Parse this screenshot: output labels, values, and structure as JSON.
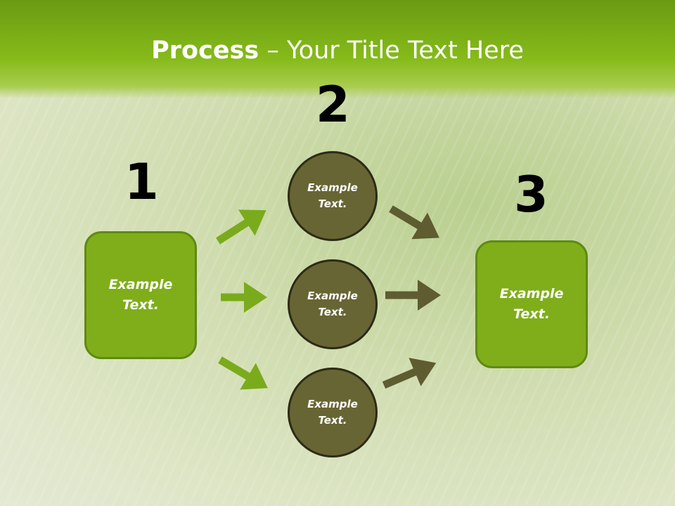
{
  "title": {
    "bold": "Process",
    "rest": " – Your Title Text Here"
  },
  "steps": {
    "one": "1",
    "two": "2",
    "three": "3"
  },
  "left_box": {
    "line1": "Example",
    "line2": "Text."
  },
  "right_box": {
    "line1": "Example",
    "line2": "Text."
  },
  "circles": [
    {
      "line1": "Example",
      "line2": "Text."
    },
    {
      "line1": "Example",
      "line2": "Text."
    },
    {
      "line1": "Example",
      "line2": "Text."
    }
  ],
  "colors": {
    "green": "#7fae1a",
    "olive": "#686534",
    "green_arrow": "#7aab1c",
    "olive_arrow": "#5e5c30"
  }
}
